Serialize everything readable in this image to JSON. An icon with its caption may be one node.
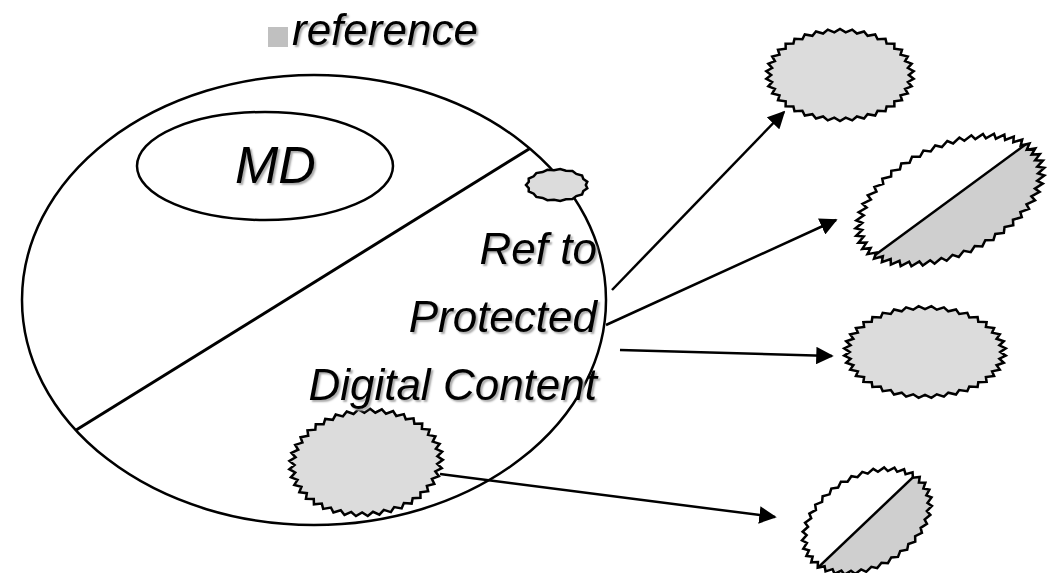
{
  "diagram": {
    "nodes": [
      {
        "text": [
          "reference"
        ]
      },
      {
        "text": [
          "MD"
        ],
        "in": 0
      },
      {
        "text": [],
        "shape": "circle",
        "in": 0
      },
      {
        "text": [
          "Ref to Protected Digital Content"
        ],
        "in": 0
      },
      {
        "text": [],
        "shape": "circle",
        "in": 0
      },
      {
        "text": [],
        "shape": "circle"
      },
      {
        "text": [],
        "shape": "circle"
      },
      {
        "text": [],
        "shape": "circle"
      },
      {
        "text": [],
        "shape": "circle"
      }
    ],
    "edges": [
      {
        "from": 3,
        "to": 5,
        "arrow": "to"
      },
      {
        "from": 3,
        "to": 6,
        "arrow": "to"
      },
      {
        "from": 3,
        "to": 7,
        "arrow": "to"
      },
      {
        "from": 4,
        "to": 8,
        "arrow": "to"
      }
    ]
  }
}
